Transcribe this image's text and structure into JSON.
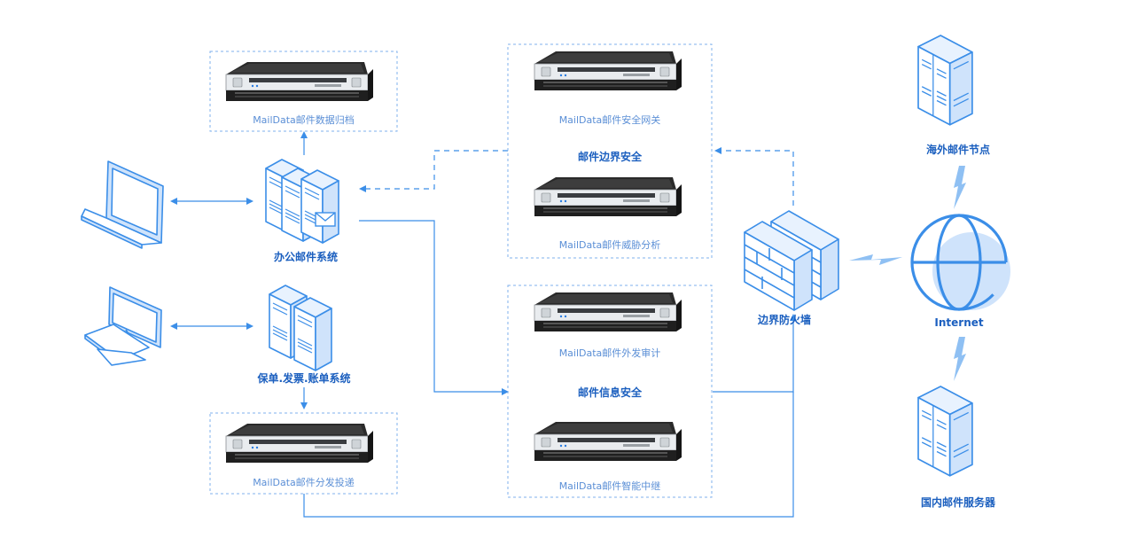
{
  "nodes": {
    "office_mail": "办公邮件系统",
    "billing": "保单.发票.账单系统",
    "firewall": "边界防火墙",
    "internet": "Internet",
    "overseas": "海外邮件节点",
    "domestic": "国内邮件服务器"
  },
  "devices": {
    "archive": "MailData邮件数据归档",
    "distribution": "MailData邮件分发投递",
    "gateway": "MailData邮件安全网关",
    "threat": "MailData邮件威胁分析",
    "audit": "MailData邮件外发审计",
    "relay": "MailData邮件智能中继"
  },
  "groups": {
    "boundary": "邮件边界安全",
    "info": "邮件信息安全"
  },
  "colors": {
    "accent": "#3b8ee8",
    "fill": "#cfe3fb",
    "label": "#1b5fbf",
    "caption": "#5b8fd6"
  }
}
